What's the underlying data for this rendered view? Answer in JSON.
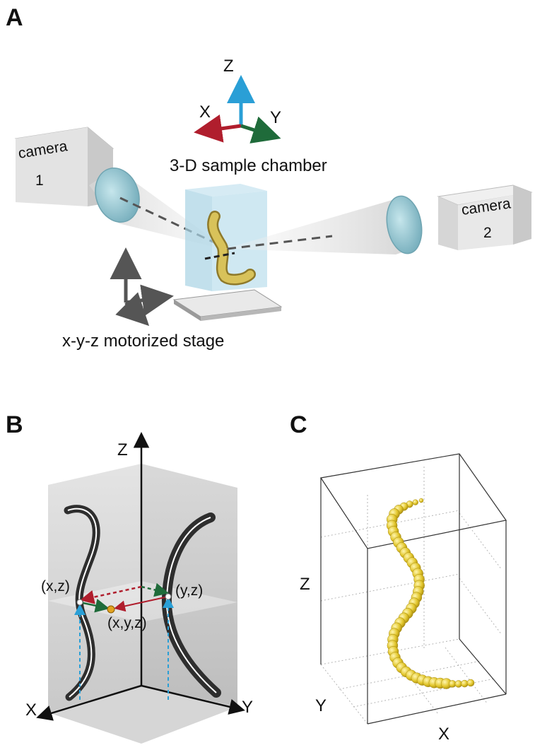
{
  "panels": {
    "a": {
      "letter": "A",
      "axes": {
        "z": "Z",
        "x": "X",
        "y": "Y"
      },
      "camera1": {
        "line1": "camera",
        "line2": "1"
      },
      "camera2": {
        "line1": "camera",
        "line2": "2"
      },
      "chamber_label": "3-D sample chamber",
      "stage_label": "x-y-z motorized stage"
    },
    "b": {
      "letter": "B",
      "axes": {
        "z": "Z",
        "x": "X",
        "y": "Y"
      },
      "point_xz": "(x,z)",
      "point_yz": "(y,z)",
      "point_xyz": "(x,y,z)"
    },
    "c": {
      "letter": "C",
      "axes": {
        "z": "Z",
        "y": "Y",
        "x": "X"
      }
    }
  },
  "colors": {
    "x_axis": "#b01e2d",
    "y_axis": "#1f6b3a",
    "z_axis": "#2a9fd6",
    "worm": "#d8c25a",
    "sphere": "#e8cf3a",
    "chamber": "#bfe0ee",
    "lens": "#8fc7d3",
    "camera_front": "#e6e6e6"
  }
}
